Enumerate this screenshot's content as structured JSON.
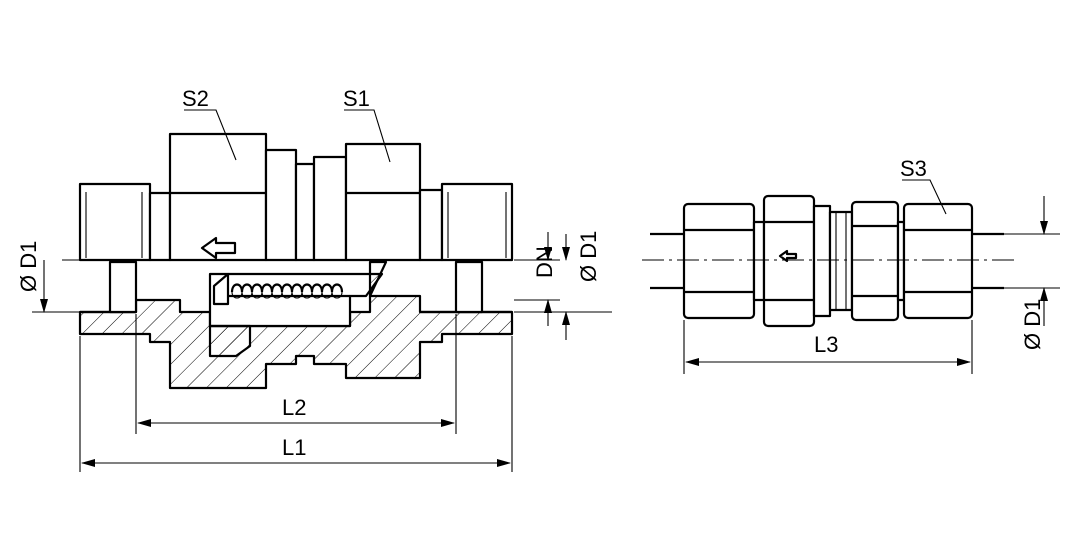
{
  "labels": {
    "s1": "S1",
    "s2": "S2",
    "s3": "S3",
    "l1": "L1",
    "l2": "L2",
    "l3": "L3",
    "dn": "DN",
    "d1_left": "Ø D1",
    "d1_mid": "Ø D1",
    "d1_right": "Ø D1"
  }
}
